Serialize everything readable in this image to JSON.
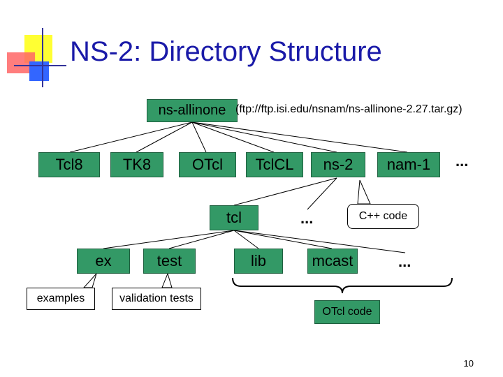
{
  "slide": {
    "title": "NS-2: Directory Structure",
    "page_number": "10"
  },
  "tree": {
    "root": "ns-allinone",
    "root_url": "(ftp://ftp.isi.edu/nsnam/ns-allinone-2.27.tar.gz)",
    "level1": [
      "Tcl8",
      "TK8",
      "OTcl",
      "TclCL",
      "ns-2",
      "nam-1"
    ],
    "level1_more": "...",
    "level2": [
      "tcl"
    ],
    "level2_more": "...",
    "level3": [
      "ex",
      "test",
      "lib",
      "mcast"
    ],
    "level3_more": "..."
  },
  "callouts": {
    "examples": "examples",
    "validation_tests": "validation tests",
    "cpp_code": "C++ code",
    "otcl_code": "OTcl code"
  },
  "colors": {
    "title": "#1a1aa8",
    "node_fill": "#339966",
    "callout_fill": "#ffffff"
  }
}
